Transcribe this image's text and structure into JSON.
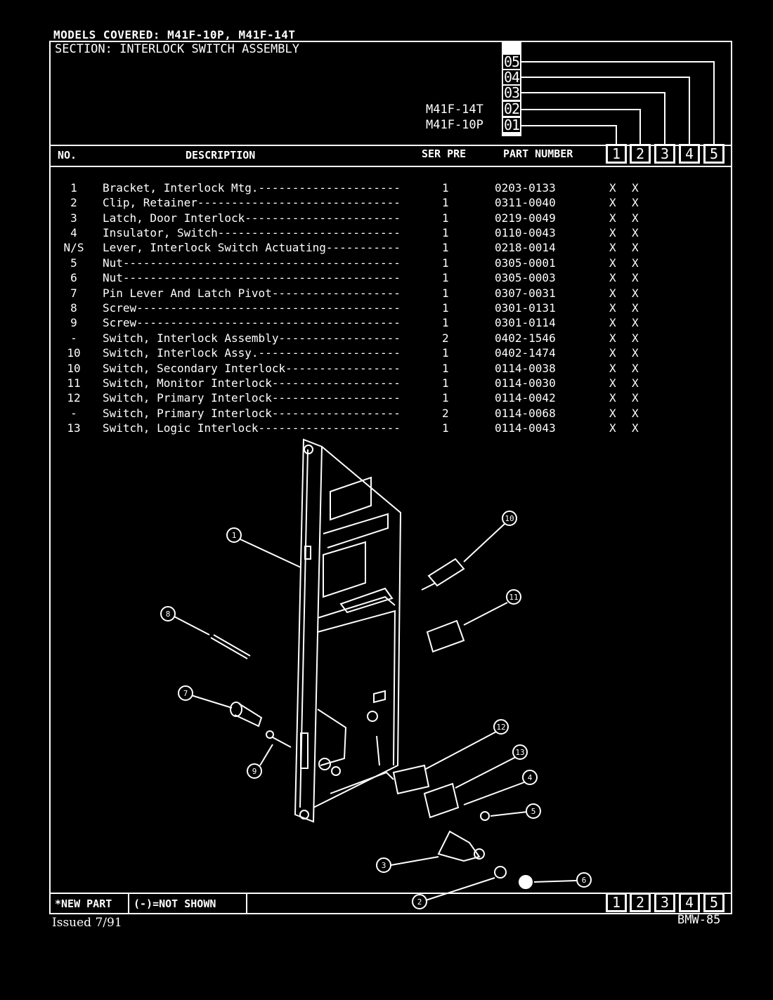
{
  "header": {
    "models_covered": "MODELS COVERED: M41F-10P, M41F-14T",
    "section": "SECTION: INTERLOCK SWITCH ASSEMBLY"
  },
  "model_codes": {
    "codes": [
      "05",
      "04",
      "03",
      "02",
      "01"
    ],
    "model_14t": "M41F-14T",
    "model_10p": "M41F-10P"
  },
  "columns": {
    "no": "NO.",
    "description": "DESCRIPTION",
    "ser_pre": "SER PRE",
    "part_number": "PART NUMBER",
    "model_numbers": [
      "1",
      "2",
      "3",
      "4",
      "5"
    ]
  },
  "parts": [
    {
      "no": "1",
      "desc": "Bracket, Interlock Mtg.---------------------",
      "ser": "1",
      "pn": "0203-0133",
      "x1": "X",
      "x2": "X"
    },
    {
      "no": "2",
      "desc": "Clip, Retainer------------------------------",
      "ser": "1",
      "pn": "0311-0040",
      "x1": "X",
      "x2": "X"
    },
    {
      "no": "3",
      "desc": "Latch, Door Interlock-----------------------",
      "ser": "1",
      "pn": "0219-0049",
      "x1": "X",
      "x2": "X"
    },
    {
      "no": "4",
      "desc": "Insulator, Switch---------------------------",
      "ser": "1",
      "pn": "0110-0043",
      "x1": "X",
      "x2": "X"
    },
    {
      "no": "N/S",
      "desc": "Lever, Interlock Switch Actuating-----------",
      "ser": "1",
      "pn": "0218-0014",
      "x1": "X",
      "x2": "X"
    },
    {
      "no": "5",
      "desc": "Nut-----------------------------------------",
      "ser": "1",
      "pn": "0305-0001",
      "x1": "X",
      "x2": "X"
    },
    {
      "no": "6",
      "desc": "Nut-----------------------------------------",
      "ser": "1",
      "pn": "0305-0003",
      "x1": "X",
      "x2": "X"
    },
    {
      "no": "7",
      "desc": "Pin Lever And Latch Pivot-------------------",
      "ser": "1",
      "pn": "0307-0031",
      "x1": "X",
      "x2": "X"
    },
    {
      "no": "8",
      "desc": "Screw---------------------------------------",
      "ser": "1",
      "pn": "0301-0131",
      "x1": "X",
      "x2": "X"
    },
    {
      "no": "9",
      "desc": "Screw---------------------------------------",
      "ser": "1",
      "pn": "0301-0114",
      "x1": "X",
      "x2": "X"
    },
    {
      "no": "-",
      "desc": "Switch, Interlock Assembly------------------",
      "ser": "2",
      "pn": "0402-1546",
      "x1": "X",
      "x2": "X"
    },
    {
      "no": "10",
      "desc": "Switch, Interlock Assy.---------------------",
      "ser": "1",
      "pn": "0402-1474",
      "x1": "X",
      "x2": "X"
    },
    {
      "no": "10",
      "desc": "Switch, Secondary Interlock-----------------",
      "ser": "1",
      "pn": "0114-0038",
      "x1": "X",
      "x2": "X"
    },
    {
      "no": "11",
      "desc": "Switch, Monitor Interlock-------------------",
      "ser": "1",
      "pn": "0114-0030",
      "x1": "X",
      "x2": "X"
    },
    {
      "no": "12",
      "desc": "Switch, Primary Interlock-------------------",
      "ser": "1",
      "pn": "0114-0042",
      "x1": "X",
      "x2": "X"
    },
    {
      "no": "-",
      "desc": "Switch, Primary Interlock-------------------",
      "ser": "2",
      "pn": "0114-0068",
      "x1": "X",
      "x2": "X"
    },
    {
      "no": "13",
      "desc": "Switch, Logic Interlock---------------------",
      "ser": "1",
      "pn": "0114-0043",
      "x1": "X",
      "x2": "X"
    }
  ],
  "callouts": [
    "1",
    "2",
    "3",
    "4",
    "5",
    "6",
    "7",
    "8",
    "9",
    "10",
    "11",
    "12",
    "13"
  ],
  "footer": {
    "new_part": "*NEW PART",
    "not_shown": "(-)=NOT SHOWN",
    "model_numbers": [
      "1",
      "2",
      "3",
      "4",
      "5"
    ],
    "issued": "Issued 7/91",
    "doc_code": "BMW-85"
  }
}
